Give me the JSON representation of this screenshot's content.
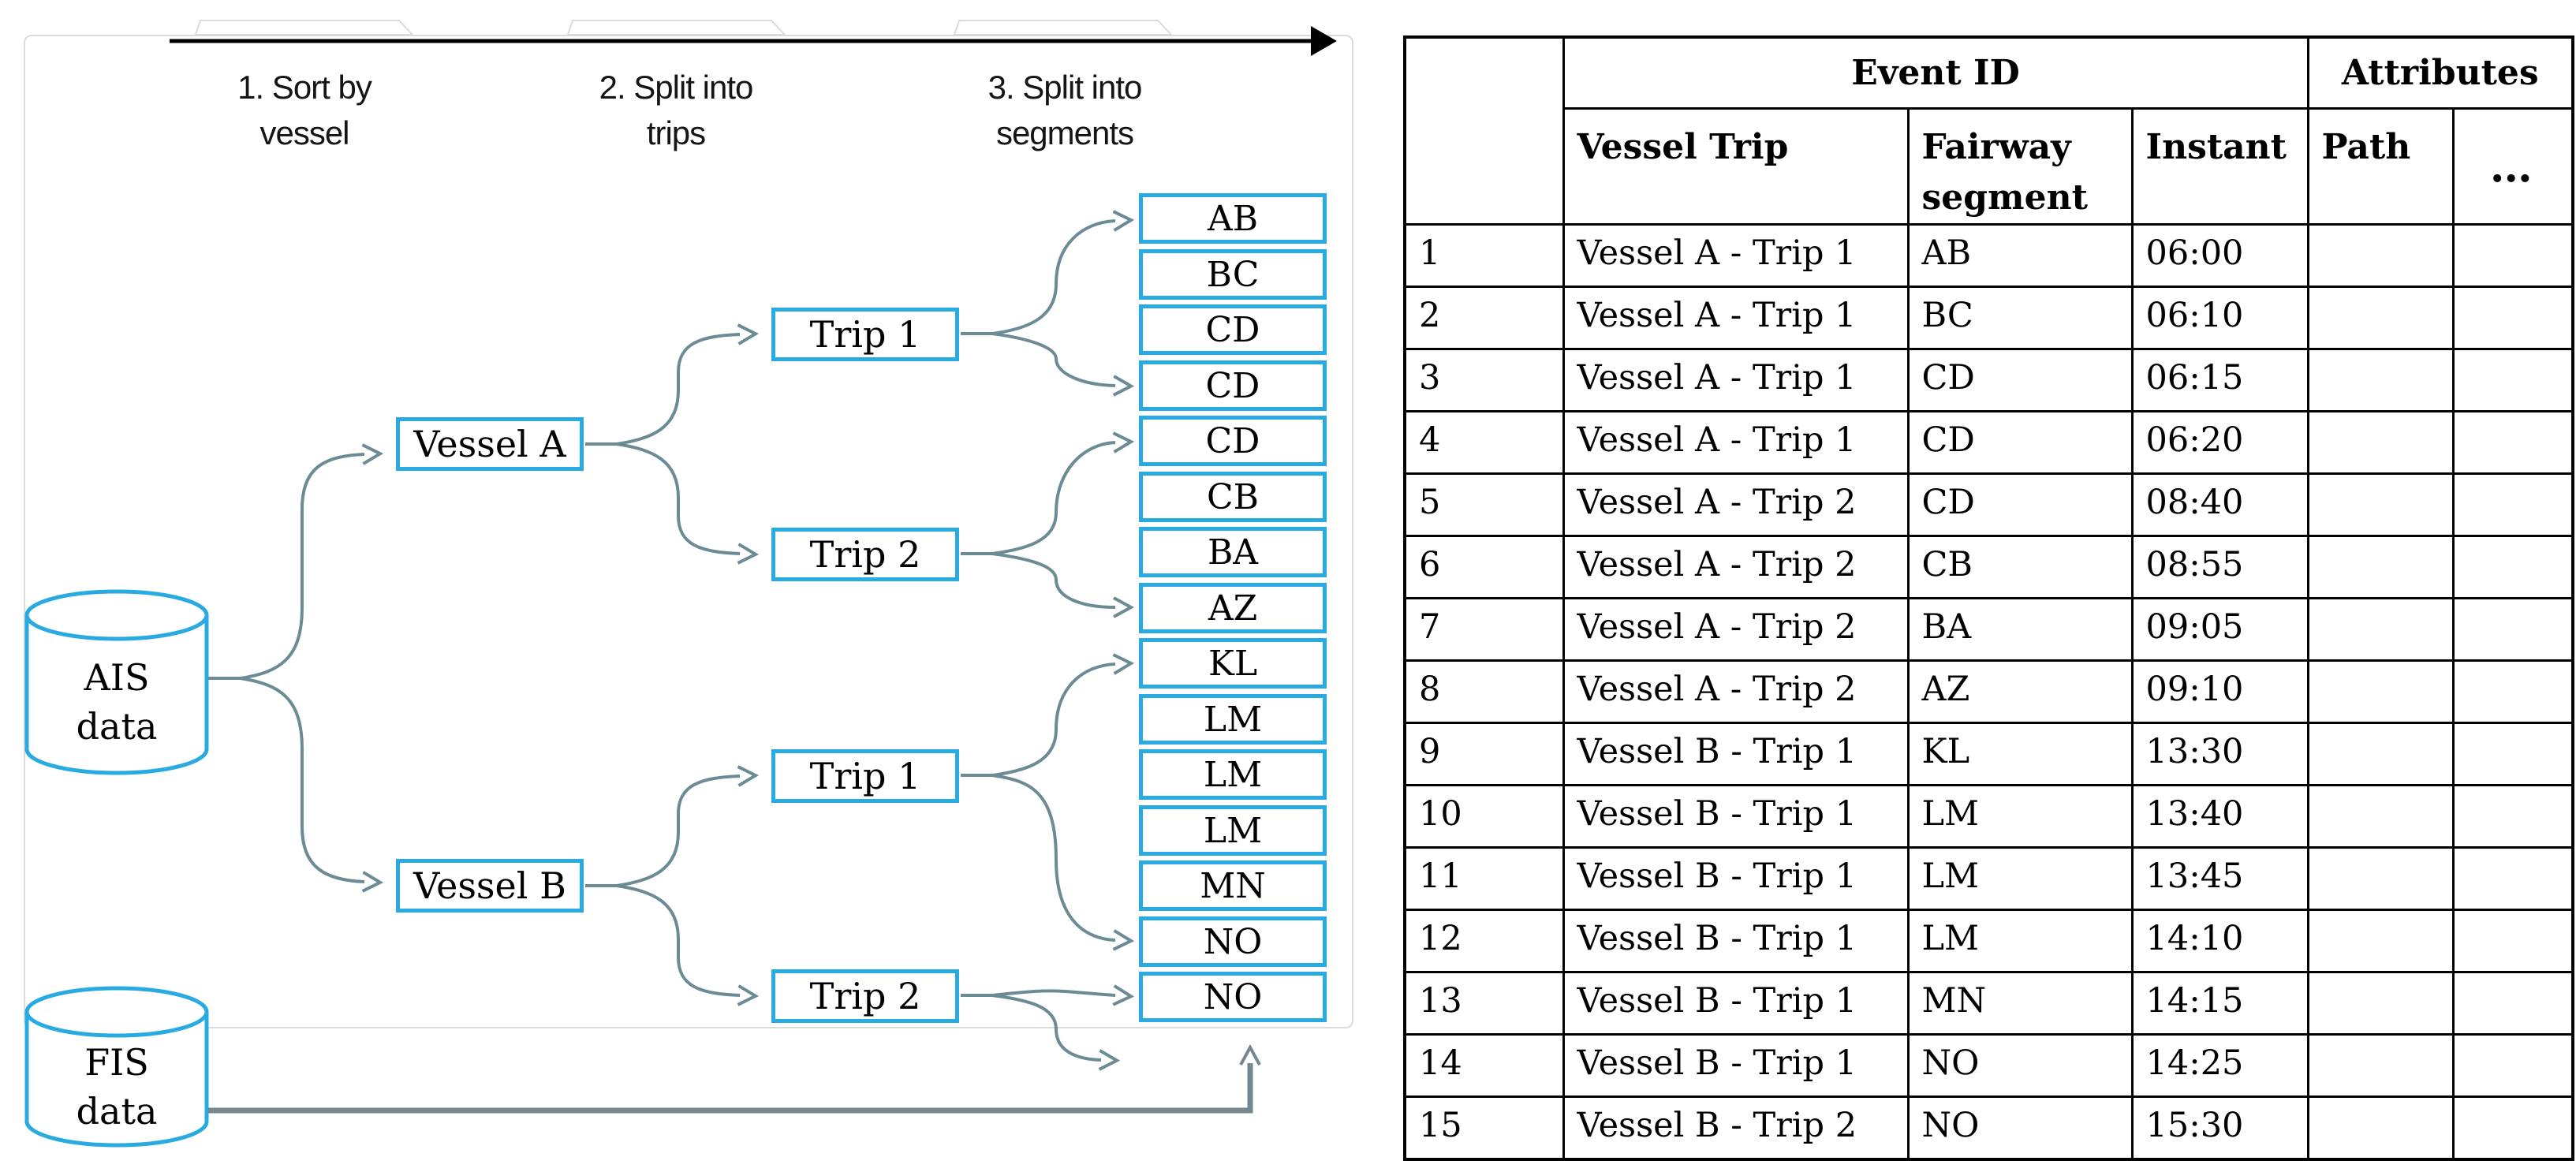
{
  "colors": {
    "accent_cyan": "#29ABE2",
    "arrow_gray": "#6D8B95",
    "fis_line_gray": "#75888E",
    "timeline_black": "#000000",
    "faint_gray": "#DBDBDB"
  },
  "diagram": {
    "steps": [
      {
        "line1": "1. Sort by",
        "line2": "vessel"
      },
      {
        "line1": "2. Split into",
        "line2": "trips"
      },
      {
        "line1": "3. Split into",
        "line2": "segments"
      }
    ],
    "sources": {
      "ais": {
        "line1": "AIS",
        "line2": "data"
      },
      "fis": {
        "line1": "FIS",
        "line2": "data"
      }
    },
    "vessels": {
      "a": "Vessel A",
      "b": "Vessel B"
    },
    "trips": {
      "a1": "Trip 1",
      "a2": "Trip 2",
      "b1": "Trip 1",
      "b2": "Trip 2"
    },
    "segments": [
      "AB",
      "BC",
      "CD",
      "CD",
      "CD",
      "CB",
      "BA",
      "AZ",
      "KL",
      "LM",
      "LM",
      "LM",
      "MN",
      "NO",
      "NO"
    ]
  },
  "table": {
    "group_headers": {
      "event_id": "Event ID",
      "attributes": "Attributes"
    },
    "col_headers": {
      "vessel_trip": "Vessel Trip",
      "fairway_segment": "Fairway segment",
      "instant": "Instant",
      "path": "Path",
      "more": "…"
    },
    "rows": [
      {
        "n": "1",
        "trip": "Vessel A - Trip 1",
        "seg": "AB",
        "instant": "06:00"
      },
      {
        "n": "2",
        "trip": "Vessel A - Trip 1",
        "seg": "BC",
        "instant": "06:10"
      },
      {
        "n": "3",
        "trip": "Vessel A - Trip 1",
        "seg": "CD",
        "instant": "06:15"
      },
      {
        "n": "4",
        "trip": "Vessel A - Trip 1",
        "seg": "CD",
        "instant": "06:20"
      },
      {
        "n": "5",
        "trip": "Vessel A - Trip 2",
        "seg": "CD",
        "instant": "08:40"
      },
      {
        "n": "6",
        "trip": "Vessel A - Trip 2",
        "seg": "CB",
        "instant": "08:55"
      },
      {
        "n": "7",
        "trip": "Vessel A - Trip 2",
        "seg": "BA",
        "instant": "09:05"
      },
      {
        "n": "8",
        "trip": "Vessel A - Trip 2",
        "seg": "AZ",
        "instant": "09:10"
      },
      {
        "n": "9",
        "trip": "Vessel B - Trip 1",
        "seg": "KL",
        "instant": "13:30"
      },
      {
        "n": "10",
        "trip": "Vessel B - Trip 1",
        "seg": "LM",
        "instant": "13:40"
      },
      {
        "n": "11",
        "trip": "Vessel B - Trip 1",
        "seg": "LM",
        "instant": "13:45"
      },
      {
        "n": "12",
        "trip": "Vessel B - Trip 1",
        "seg": "LM",
        "instant": "14:10"
      },
      {
        "n": "13",
        "trip": "Vessel B - Trip 1",
        "seg": "MN",
        "instant": "14:15"
      },
      {
        "n": "14",
        "trip": "Vessel B - Trip 1",
        "seg": "NO",
        "instant": "14:25"
      },
      {
        "n": "15",
        "trip": "Vessel B - Trip 2",
        "seg": "NO",
        "instant": "15:30"
      }
    ]
  }
}
